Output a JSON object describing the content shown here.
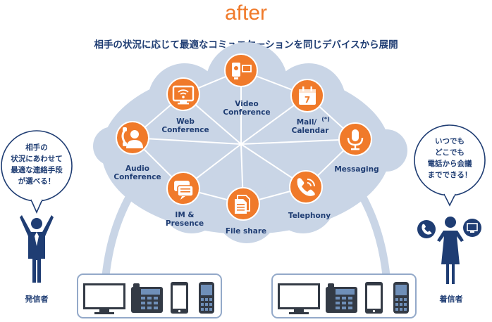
{
  "header": {
    "title": "after",
    "subtitle": "相手の状況に応じて最適なコミュニケーションを同じデバイスから展開"
  },
  "colors": {
    "accent": "#f07a2a",
    "navy": "#1f3d73",
    "cloud": "#c9d5e6",
    "device_border": "#93a9c9"
  },
  "services": [
    {
      "id": "video",
      "icon": "video-camera-icon",
      "lines": [
        "Video",
        "Conference"
      ]
    },
    {
      "id": "mail",
      "icon": "calendar-icon",
      "lines": [
        "Mail/",
        "Calendar"
      ],
      "mark": "(*)",
      "calendar_day": "7"
    },
    {
      "id": "messaging",
      "icon": "microphone-icon",
      "lines": [
        "Messaging"
      ]
    },
    {
      "id": "telephony",
      "icon": "phone-icon",
      "lines": [
        "Telephony"
      ]
    },
    {
      "id": "fileshare",
      "icon": "documents-icon",
      "lines": [
        "File share"
      ]
    },
    {
      "id": "im",
      "icon": "chat-bubbles-icon",
      "lines": [
        "IM &",
        "Presence"
      ]
    },
    {
      "id": "audio",
      "icon": "headset-user-icon",
      "lines": [
        "Audio",
        "Conference"
      ]
    },
    {
      "id": "web",
      "icon": "monitor-wifi-icon",
      "lines": [
        "Web",
        "Conference"
      ]
    }
  ],
  "sender": {
    "bubble_lines": [
      "相手の",
      "状況にあわせて",
      "最適な連絡手段",
      "が選べる！"
    ],
    "label": "発信者"
  },
  "receiver": {
    "bubble_lines": [
      "いつでも",
      "どこでも",
      "電話から会議",
      "までできる！"
    ],
    "label": "着信者"
  },
  "devices": [
    "monitor-icon",
    "desk-phone-icon",
    "smartphone-icon",
    "mobile-phone-icon"
  ]
}
